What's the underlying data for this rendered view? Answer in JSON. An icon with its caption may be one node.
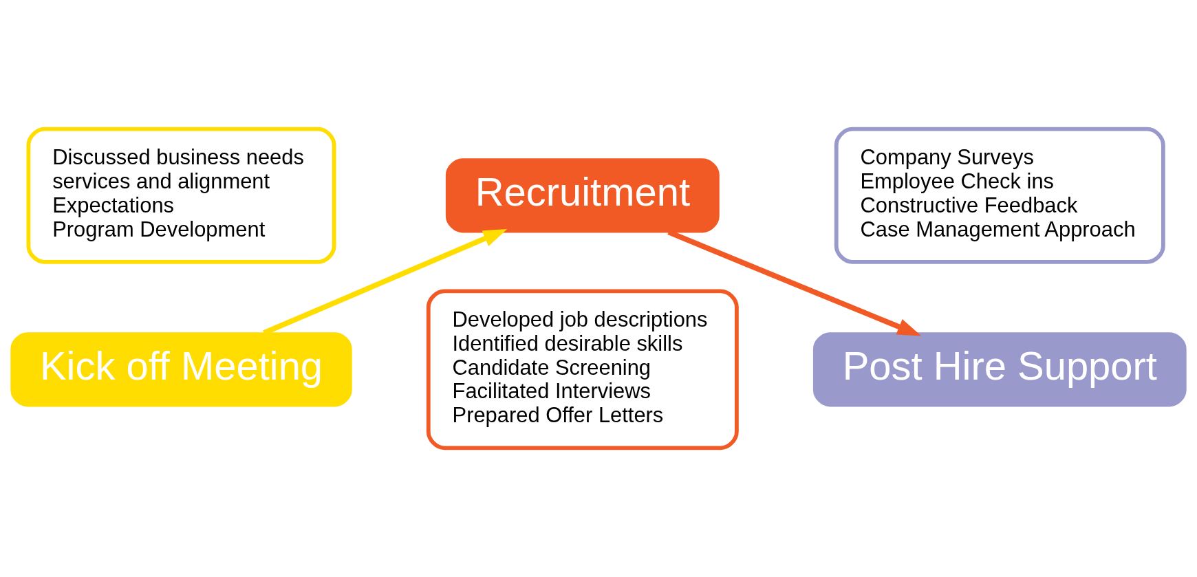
{
  "diagram": {
    "nodes": [
      {
        "text": [
          "Discussed business needs",
          "services and alignment",
          "Expectations",
          "Program Development"
        ]
      },
      {
        "text": [
          "Kick off Meeting"
        ]
      },
      {
        "text": [
          "Recruitment"
        ]
      },
      {
        "text": [
          "Developed job descriptions",
          "Identified desirable skills",
          "Candidate Screening",
          "Facilitated Interviews",
          "Prepared Offer Letters"
        ]
      },
      {
        "text": [
          "Company Surveys",
          "Employee Check ins",
          "Constructive Feedback",
          "Case Management Approach"
        ]
      },
      {
        "text": [
          "Post Hire Support"
        ]
      }
    ],
    "edges": [
      {
        "from": 1,
        "to": 2,
        "arrow": "to",
        "color": "#ffdd00"
      },
      {
        "from": 2,
        "to": 5,
        "arrow": "to",
        "color": "#f15a24"
      }
    ]
  }
}
